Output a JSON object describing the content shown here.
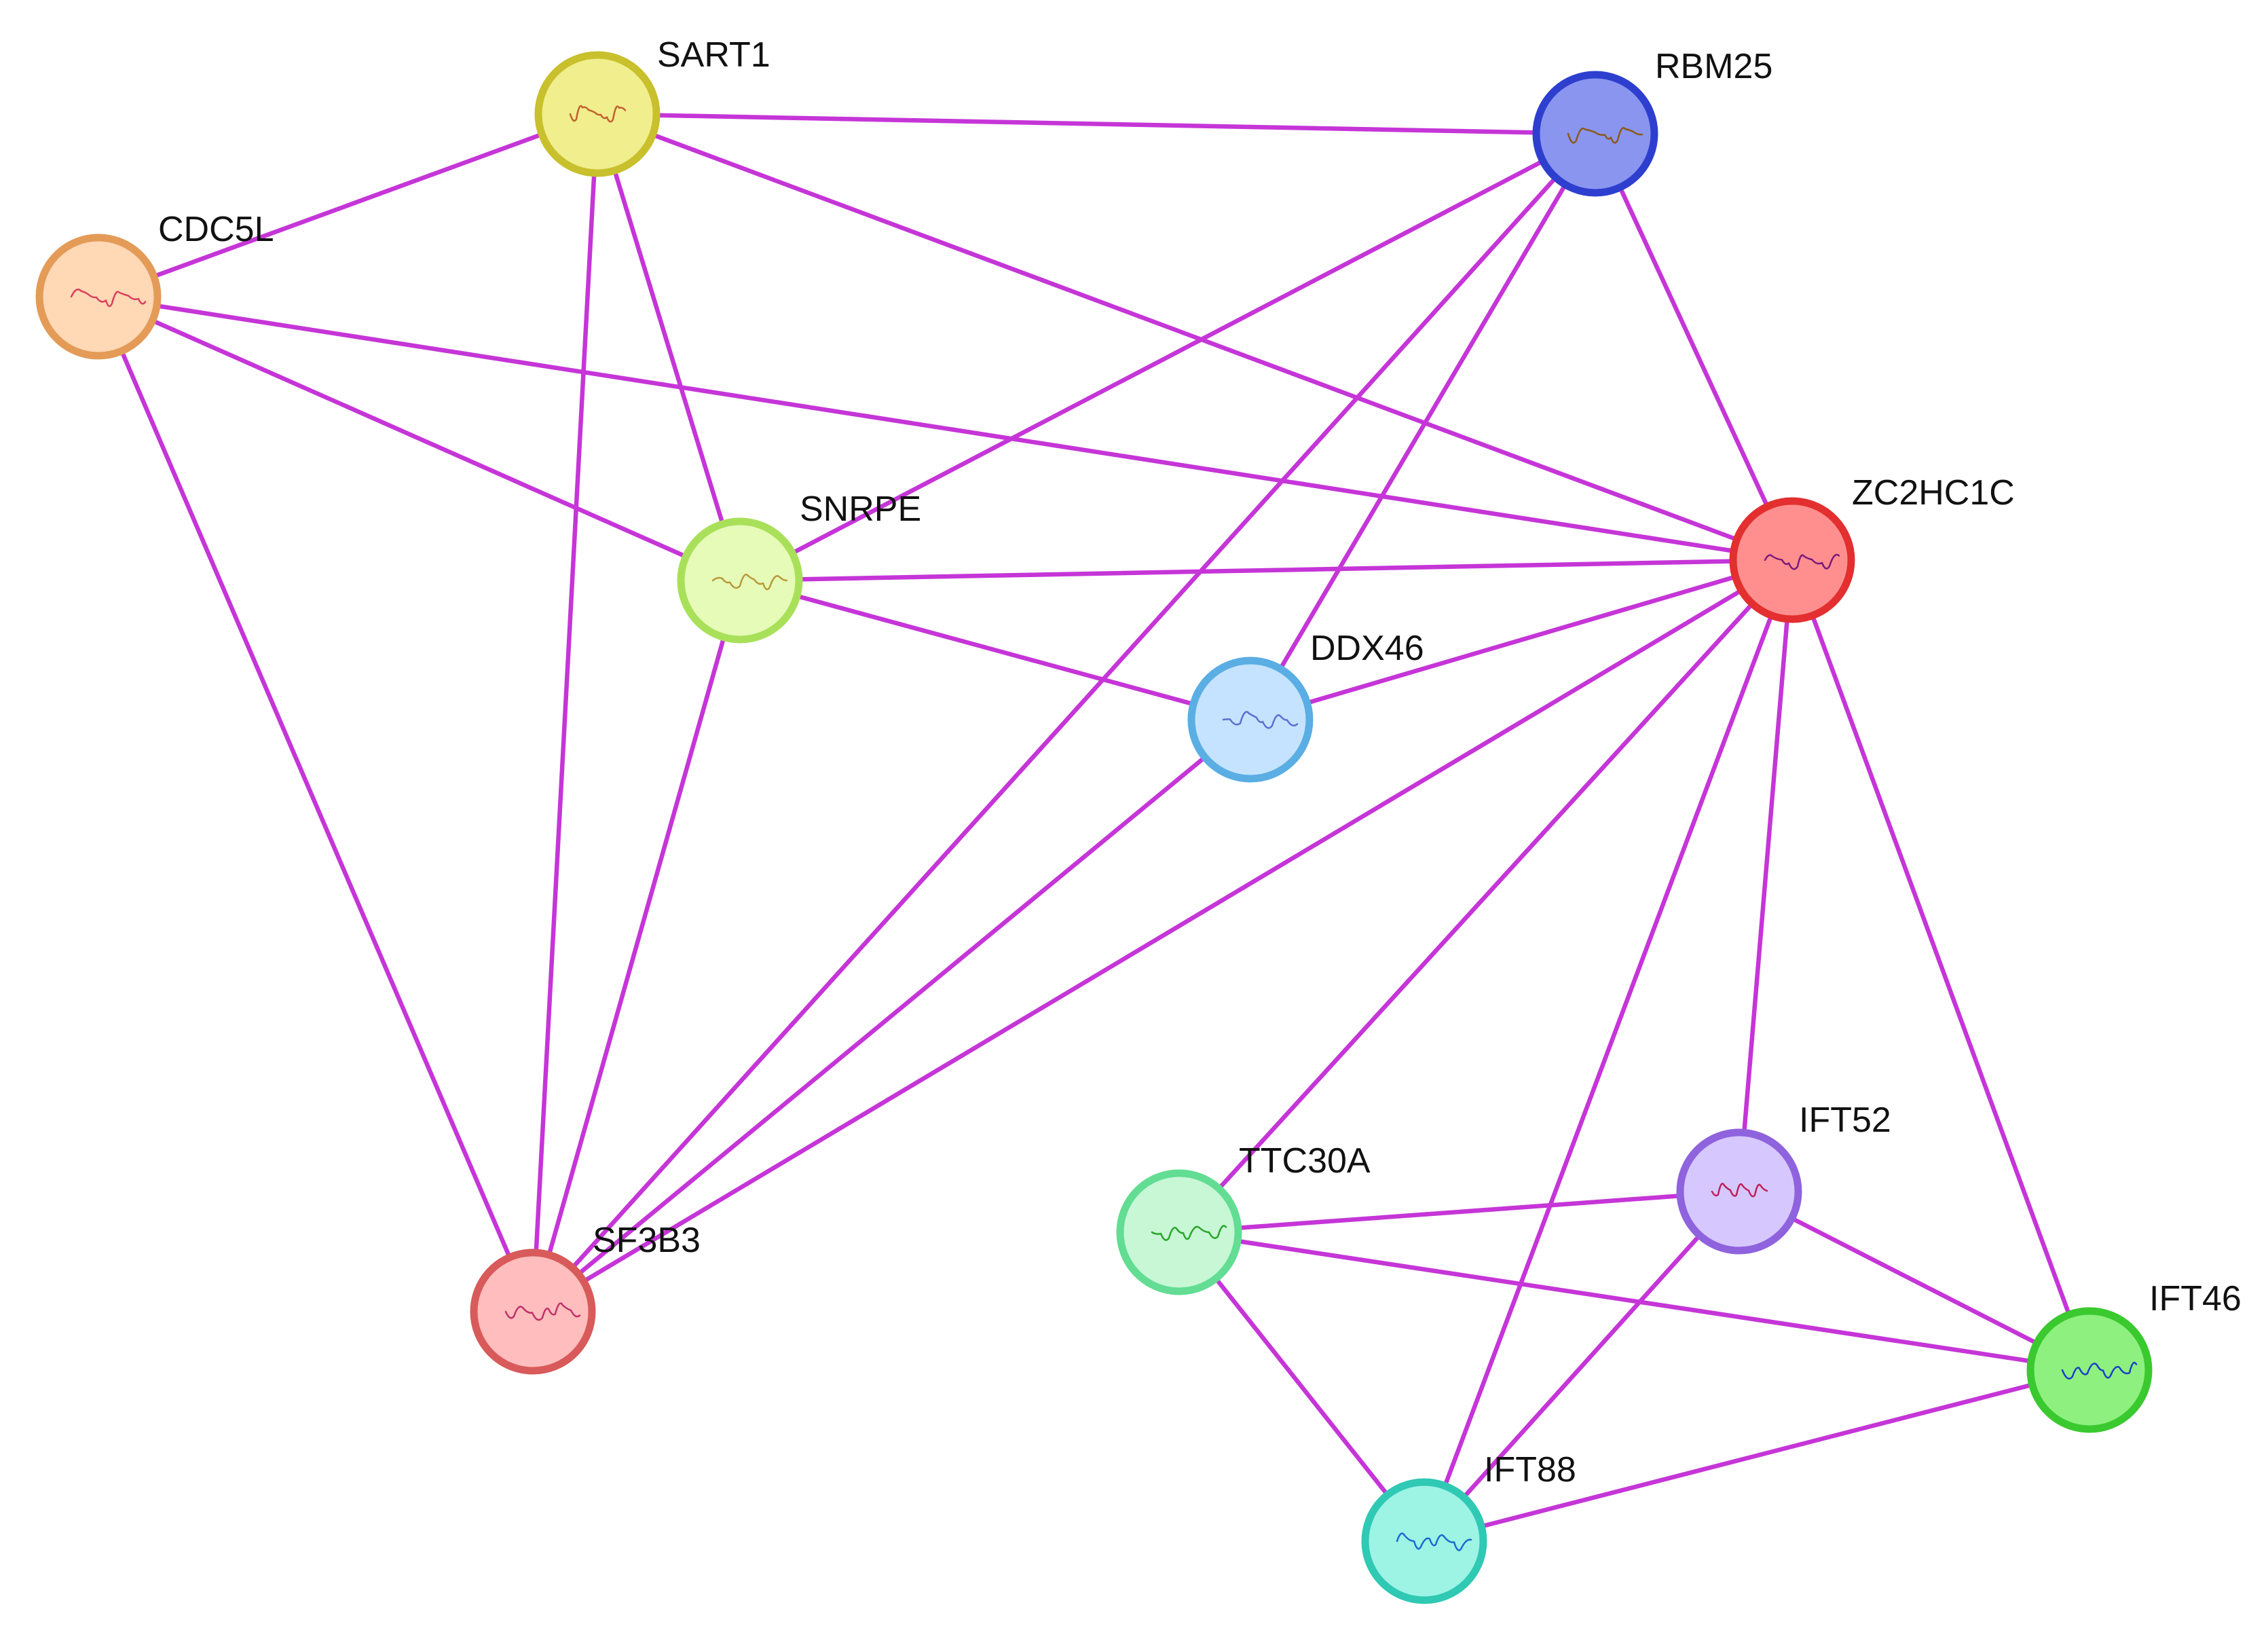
{
  "network": {
    "edge_color": "#c535d7",
    "nodes": [
      {
        "id": "SART1",
        "label": "SART1",
        "fill": "#f1ee8e",
        "stroke": "#c8c02c",
        "glyph": "#c2612f"
      },
      {
        "id": "RBM25",
        "label": "RBM25",
        "fill": "#8a95ef",
        "stroke": "#2e3fcf",
        "glyph": "#8a5a1a"
      },
      {
        "id": "CDC5L",
        "label": "CDC5L",
        "fill": "#ffd8b6",
        "stroke": "#e39b57",
        "glyph": "#d8415a"
      },
      {
        "id": "ZC2HC1C",
        "label": "ZC2HC1C",
        "fill": "#ff8f8f",
        "stroke": "#e32f2f",
        "glyph": "#7a1a7a"
      },
      {
        "id": "SNRPE",
        "label": "SNRPE",
        "fill": "#e6fbb8",
        "stroke": "#a9e05a",
        "glyph": "#b79a3a"
      },
      {
        "id": "DDX46",
        "label": "DDX46",
        "fill": "#c5e3ff",
        "stroke": "#5aaee3",
        "glyph": "#5a6fd0"
      },
      {
        "id": "TTC30A",
        "label": "TTC30A",
        "fill": "#c8f7d6",
        "stroke": "#62dd93",
        "glyph": "#2aa52a"
      },
      {
        "id": "IFT52",
        "label": "IFT52",
        "fill": "#d6c8ff",
        "stroke": "#8f63dd",
        "glyph": "#c0205a"
      },
      {
        "id": "SF3B3",
        "label": "SF3B3",
        "fill": "#ffbdbd",
        "stroke": "#d85a5a",
        "glyph": "#c0306a"
      },
      {
        "id": "IFT46",
        "label": "IFT46",
        "fill": "#8ef07f",
        "stroke": "#3ac92f",
        "glyph": "#1a40c8"
      },
      {
        "id": "IFT88",
        "label": "IFT88",
        "fill": "#9df3e4",
        "stroke": "#2fc9b4",
        "glyph": "#1a6ad0"
      }
    ],
    "edges": [
      [
        "SART1",
        "RBM25"
      ],
      [
        "SART1",
        "CDC5L"
      ],
      [
        "SART1",
        "ZC2HC1C"
      ],
      [
        "SART1",
        "SNRPE"
      ],
      [
        "SART1",
        "SF3B3"
      ],
      [
        "CDC5L",
        "ZC2HC1C"
      ],
      [
        "CDC5L",
        "SNRPE"
      ],
      [
        "CDC5L",
        "SF3B3"
      ],
      [
        "RBM25",
        "SNRPE"
      ],
      [
        "RBM25",
        "DDX46"
      ],
      [
        "RBM25",
        "SF3B3"
      ],
      [
        "RBM25",
        "ZC2HC1C"
      ],
      [
        "SNRPE",
        "ZC2HC1C"
      ],
      [
        "SNRPE",
        "DDX46"
      ],
      [
        "SNRPE",
        "SF3B3"
      ],
      [
        "DDX46",
        "ZC2HC1C"
      ],
      [
        "DDX46",
        "SF3B3"
      ],
      [
        "ZC2HC1C",
        "SF3B3"
      ],
      [
        "ZC2HC1C",
        "TTC30A"
      ],
      [
        "ZC2HC1C",
        "IFT52"
      ],
      [
        "ZC2HC1C",
        "IFT46"
      ],
      [
        "ZC2HC1C",
        "IFT88"
      ],
      [
        "TTC30A",
        "IFT52"
      ],
      [
        "TTC30A",
        "IFT46"
      ],
      [
        "TTC30A",
        "IFT88"
      ],
      [
        "IFT52",
        "IFT46"
      ],
      [
        "IFT52",
        "IFT88"
      ],
      [
        "IFT46",
        "IFT88"
      ]
    ]
  }
}
